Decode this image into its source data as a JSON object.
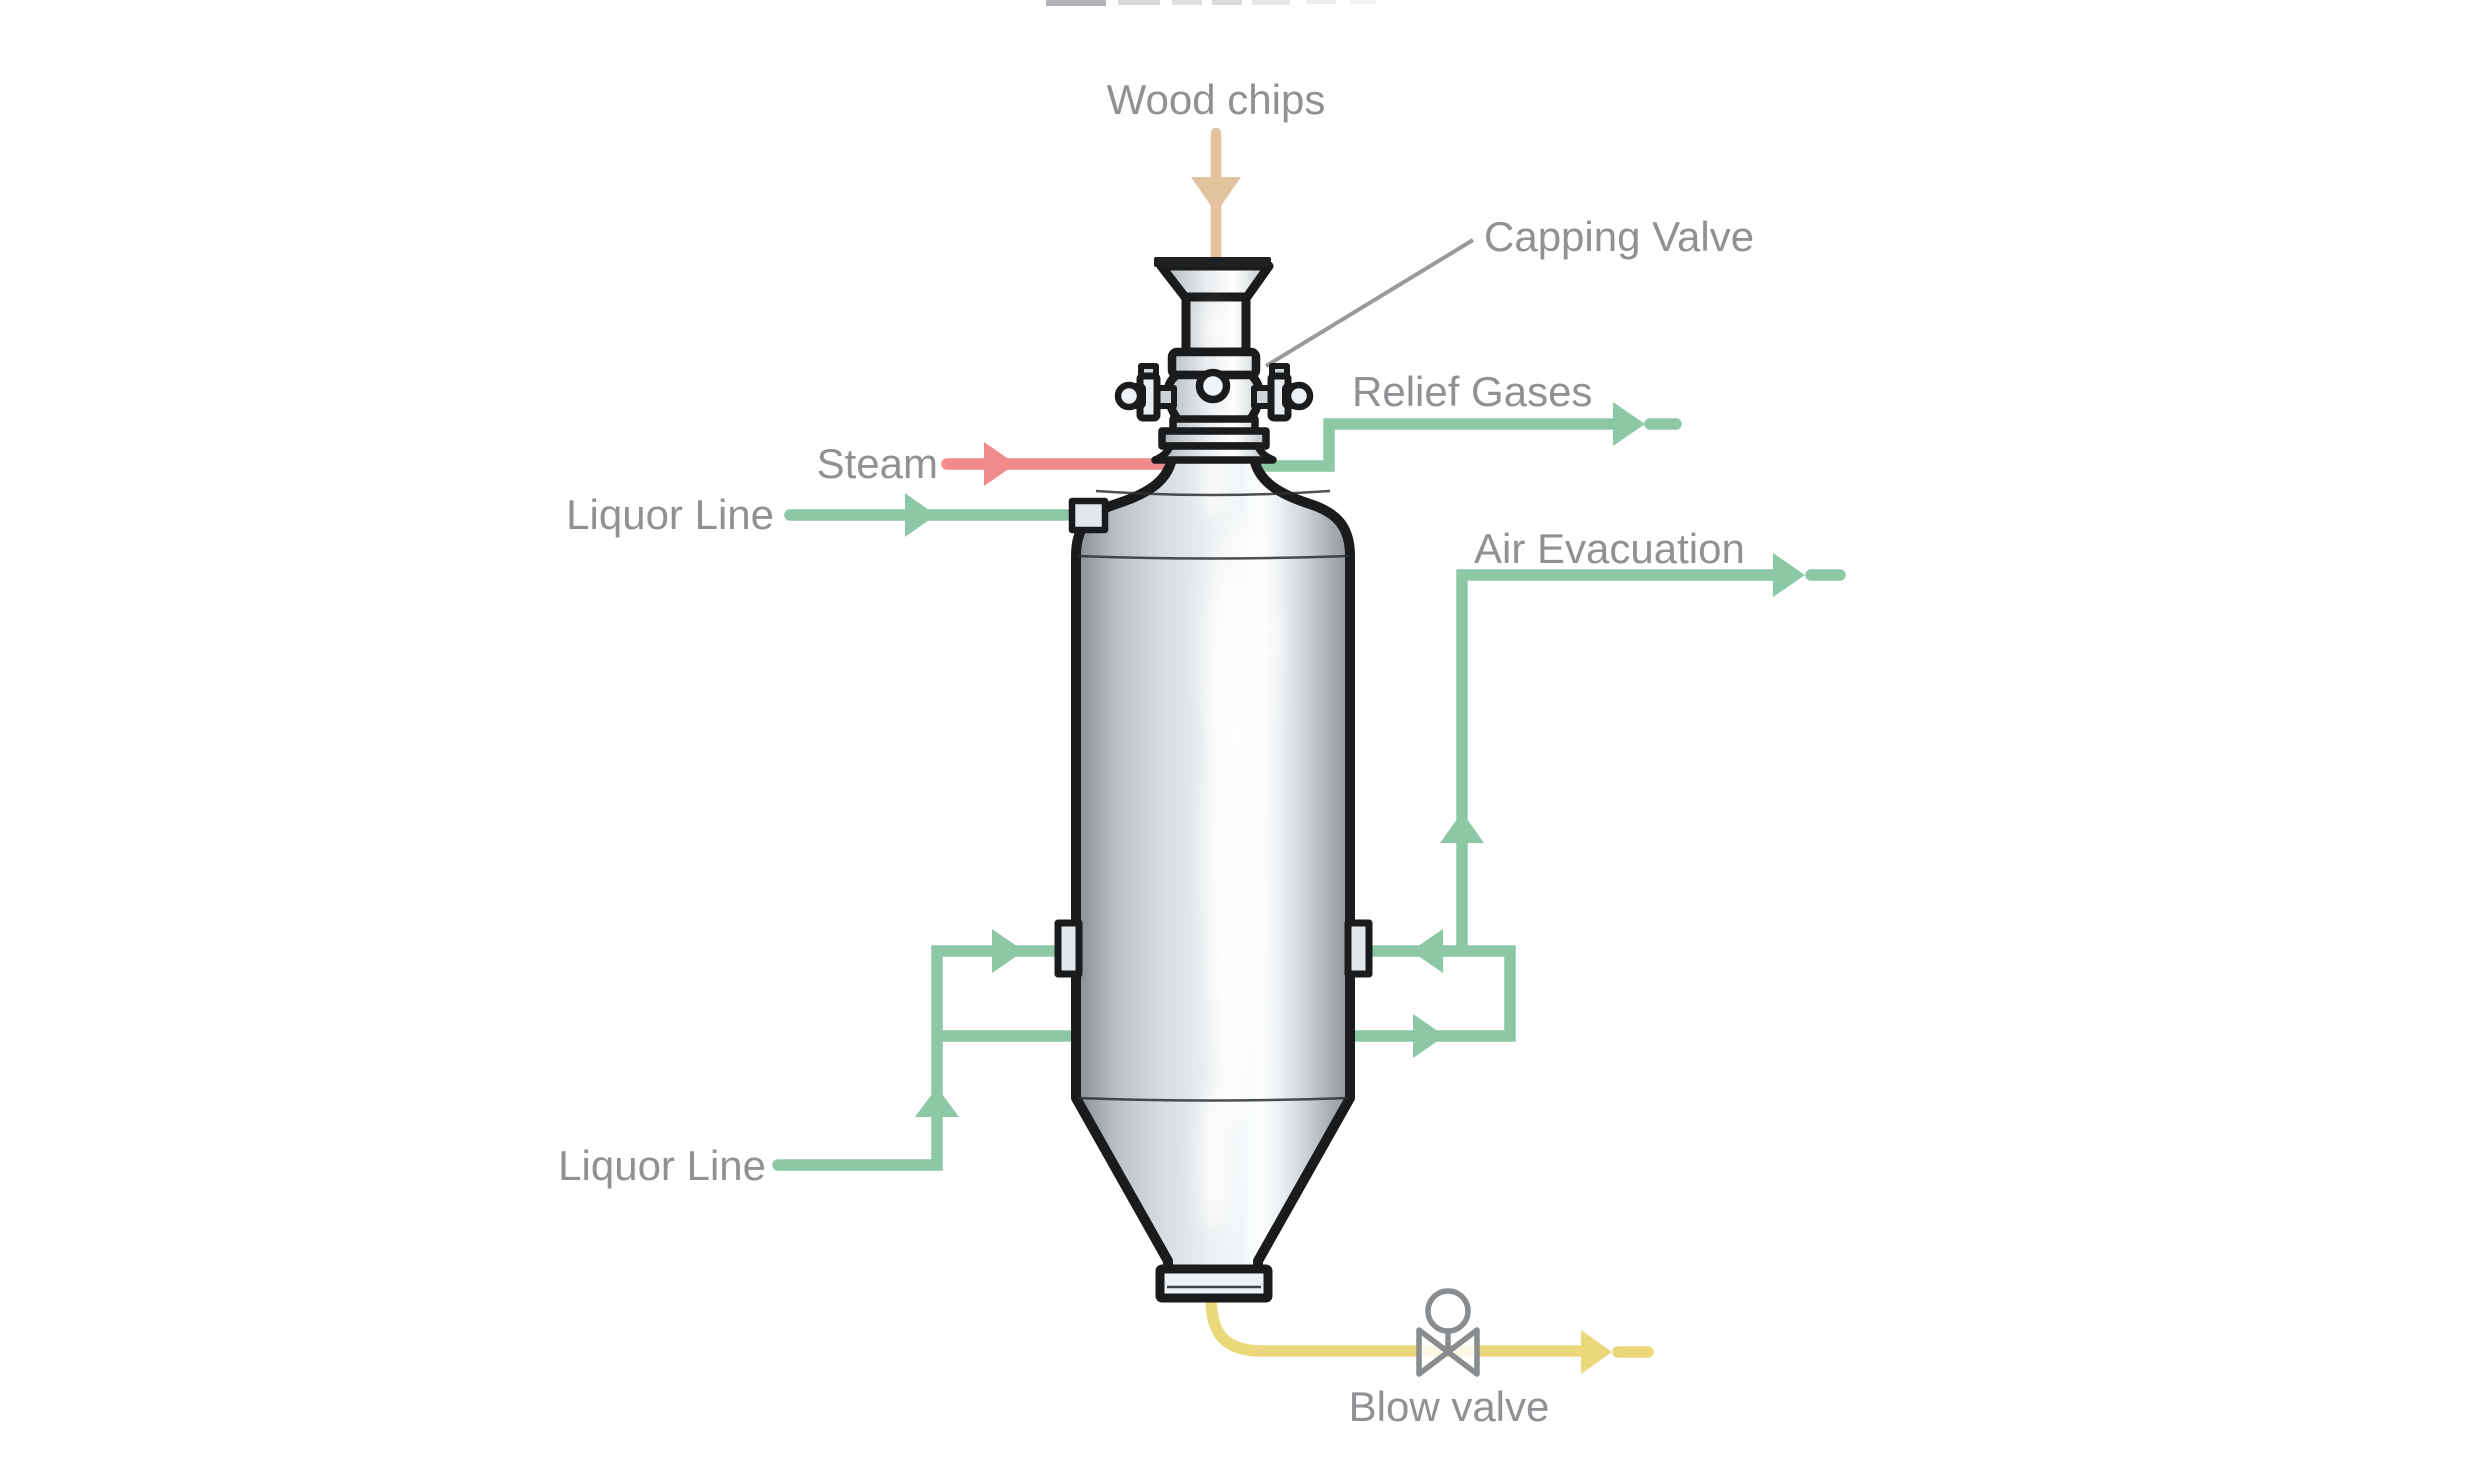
{
  "labels": {
    "wood_chips": "Wood chips",
    "capping_valve": "Capping Valve",
    "relief_gases": "Relief Gases",
    "steam": "Steam",
    "liquor_line_top": "Liquor Line",
    "air_evacuation": "Air Evacuation",
    "liquor_line_bottom": "Liquor Line",
    "blow_valve": "Blow valve"
  },
  "colors": {
    "liquor_green": "#8cc8a6",
    "steam_red": "#f28b8b",
    "chips_tan": "#e3c39d",
    "blow_yellow": "#ebd87b",
    "label_gray": "#8f9295",
    "outline_dark": "#1a1b1d",
    "leader_gray": "#9a9a9a",
    "valve_symbol_gray": "#8a8d8f"
  }
}
